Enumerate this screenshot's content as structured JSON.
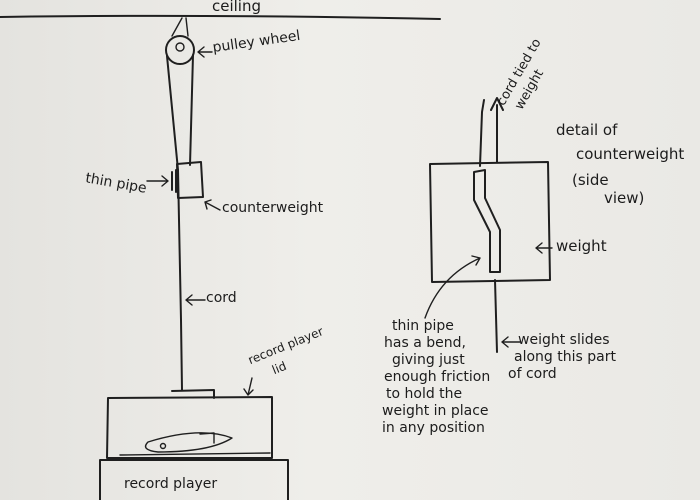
{
  "labels": {
    "ceiling": "ceiling",
    "pulley_wheel": "pulley wheel",
    "thin_pipe": "thin pipe",
    "counterweight": "counterweight",
    "cord": "cord",
    "record_player_lid_line1": "record player",
    "record_player_lid_line2": "lid",
    "record_player": "record player",
    "cord_tied_line1": "cord tied to",
    "cord_tied_line2": "weight",
    "detail_line1": "detail of",
    "detail_line2": "counterweight",
    "detail_line3": "(side",
    "detail_line4": "view)",
    "weight": "weight",
    "pipe_bend_lines": [
      "thin pipe",
      "has a bend,",
      "giving just",
      "enough friction",
      "to hold the",
      "weight in place",
      "in any position"
    ],
    "weight_slides_lines": [
      "weight slides",
      "along this part",
      "of cord"
    ]
  }
}
